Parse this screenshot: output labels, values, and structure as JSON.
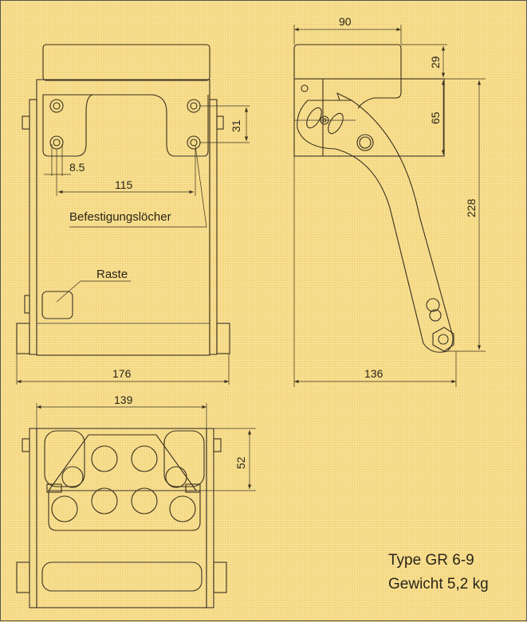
{
  "front_view": {
    "dim_hole_spacing_vertical": "31",
    "dim_hole_offset": "8.5",
    "dim_hole_spacing_horizontal": "115",
    "label_mounting_holes": "Befestigungslöcher",
    "label_detent": "Raste",
    "dim_width": "176"
  },
  "side_view": {
    "dim_top_width": "90",
    "dim_top_height": "29",
    "dim_pivot_height": "65",
    "dim_arm_height": "228",
    "dim_arm_reach": "136"
  },
  "bottom_view": {
    "dim_width": "139",
    "dim_depth": "52"
  },
  "info": {
    "type": "Type GR 6-9",
    "weight": "Gewicht 5,2 kg"
  },
  "colors": {
    "background": "#f4d67c",
    "lines": "#3a3020"
  }
}
